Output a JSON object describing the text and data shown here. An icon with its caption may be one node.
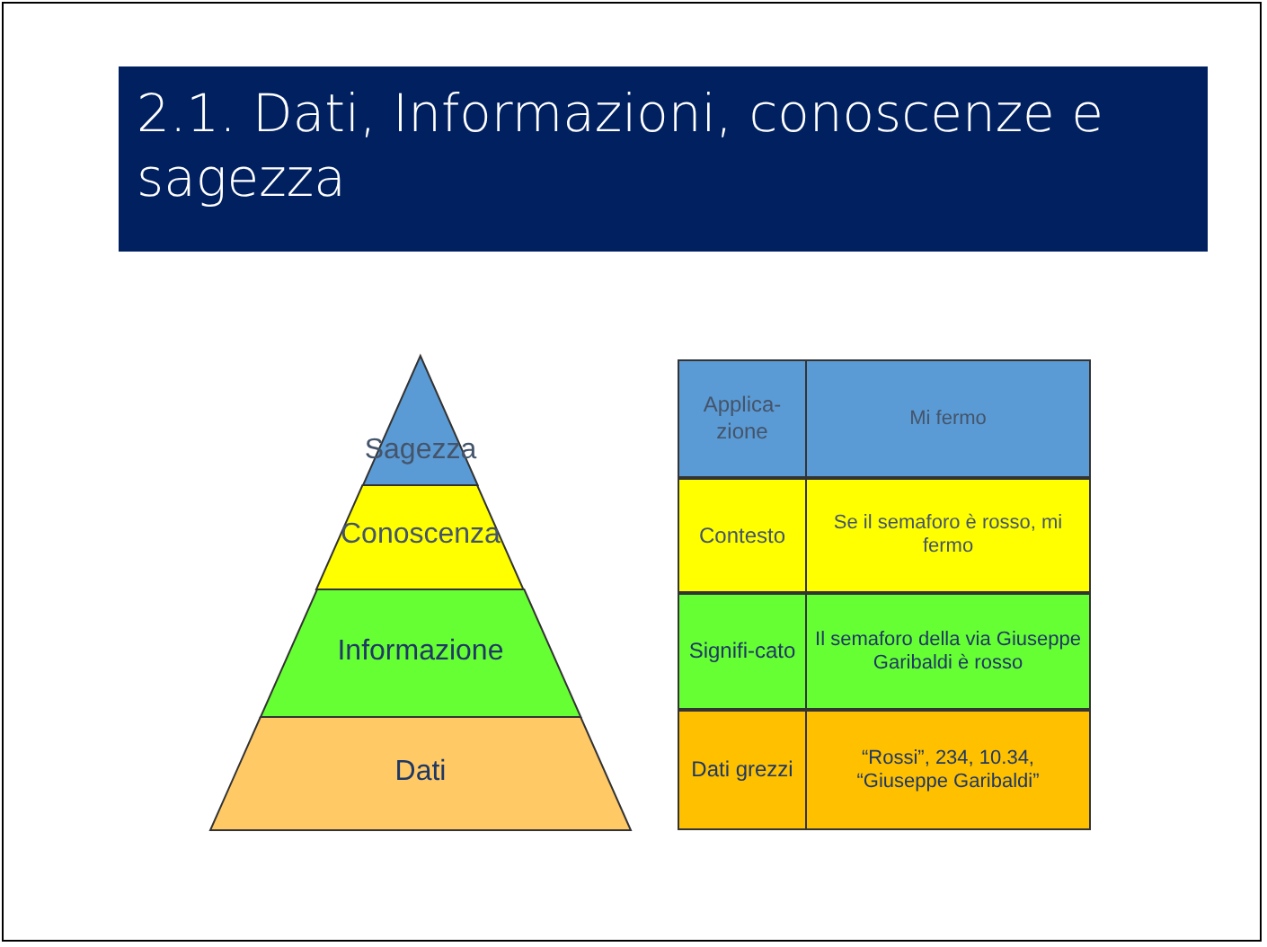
{
  "diagram": {
    "title": "2.1. Dati, Informazioni, conoscenze e sagezza",
    "nodes": [
      {
        "text": [
          "Sagezza"
        ]
      },
      {
        "text": [
          "Conoscenza"
        ]
      },
      {
        "text": [
          "Informazione"
        ]
      },
      {
        "text": [
          "Dati"
        ]
      }
    ],
    "labels": [
      "Applica-zione",
      "Mi fermo",
      "Contesto",
      "Se il semaforo è rosso, mi fermo",
      "Signifi-cato",
      "Il semaforo della via Giuseppe Garibaldi è rosso",
      "Dati grezzi",
      "“Rossi”, 234, 10.34, “Giuseppe Garibaldi”"
    ]
  }
}
